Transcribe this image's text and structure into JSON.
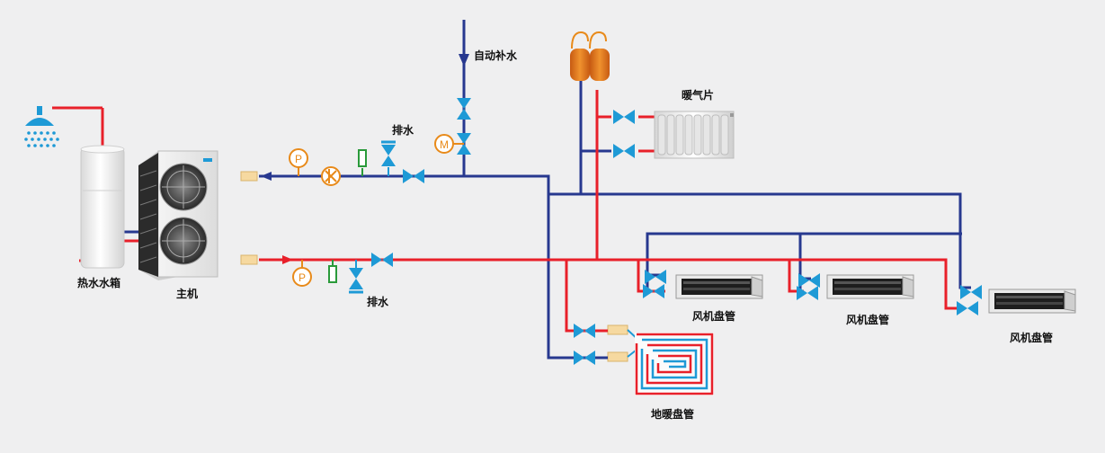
{
  "labels": {
    "auto_refill": "自动补水",
    "radiator": "暖气片",
    "drain_top": "排水",
    "drain_bottom": "排水",
    "hot_water_tank": "热水水箱",
    "main_unit": "主机",
    "fan_coil_1": "风机盘管",
    "fan_coil_2": "风机盘管",
    "fan_coil_3": "风机盘管",
    "floor_heating": "地暖盘管"
  },
  "gauges": {
    "pressure_symbol": "P",
    "motor_symbol": "M"
  },
  "icons": [
    "shower-icon",
    "pressure-gauge-icon",
    "motor-valve-icon",
    "valve-icon",
    "filter-icon",
    "flow-switch-icon",
    "expansion-tank-icon",
    "radiator-icon",
    "fan-coil-icon",
    "floor-heating-coil-icon",
    "hot-water-tank-icon",
    "heat-pump-unit-icon"
  ],
  "colors": {
    "supply": "#e8202a",
    "return": "#27388f",
    "valve": "#1e9ad6",
    "instrument": "#e88a1a",
    "background": "#efeff0"
  }
}
